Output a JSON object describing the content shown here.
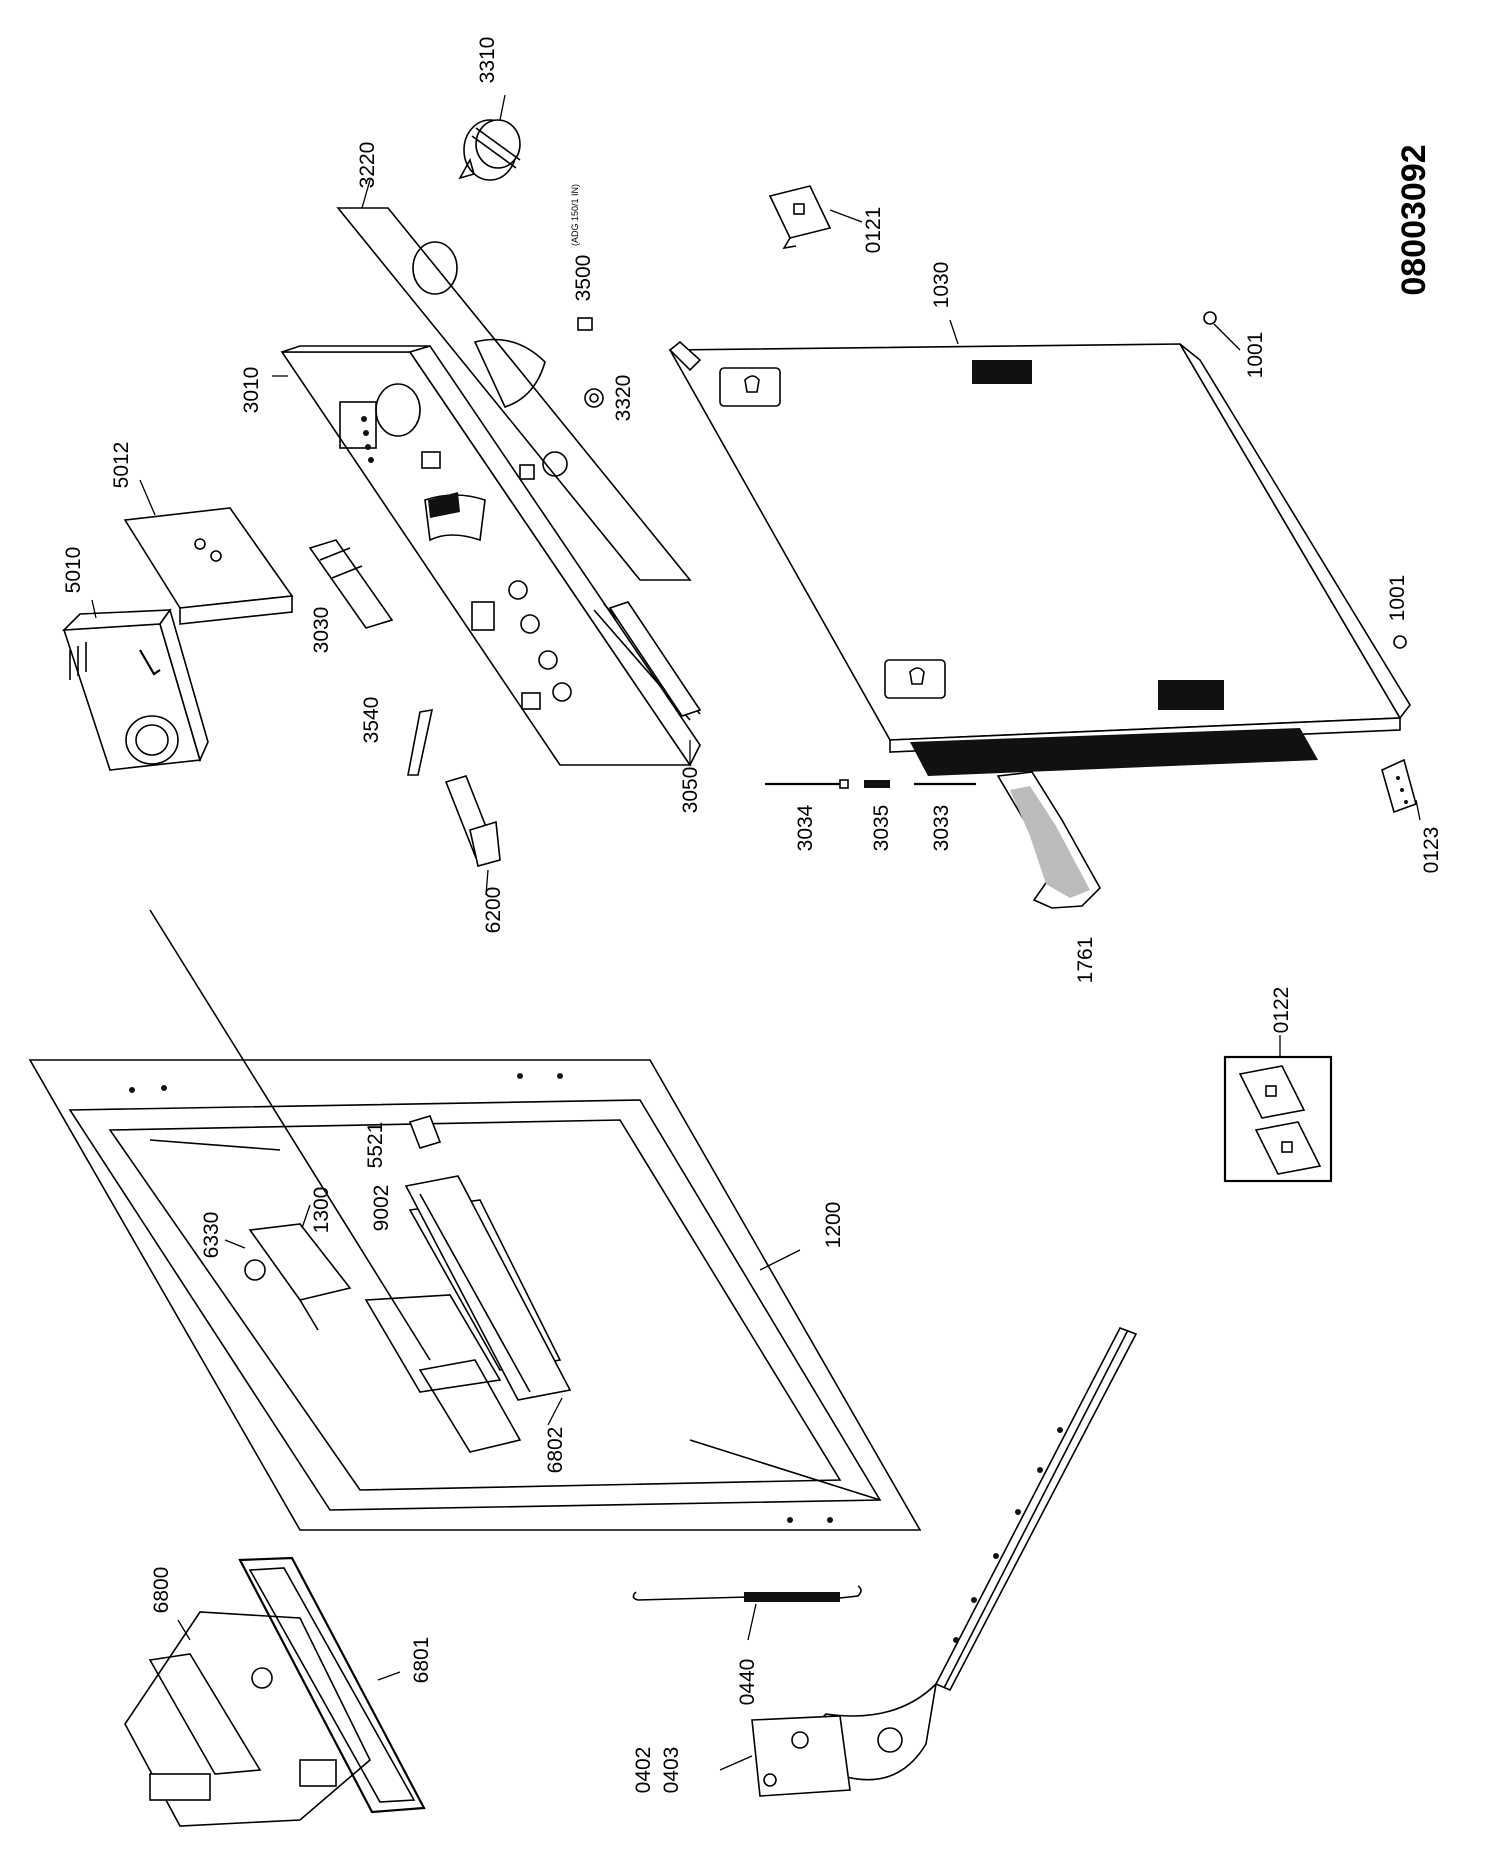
{
  "document_number": "08003092",
  "part_labels": {
    "p3310": "3310",
    "p3220": "3220",
    "p3500": "3500",
    "p3500_note": "(ADG 150/1 IN)",
    "p3320": "3320",
    "p3010": "3010",
    "p5012": "5012",
    "p5010": "5010",
    "p3030": "3030",
    "p3540": "3540",
    "p6200": "6200",
    "p3050": "3050",
    "p0121": "0121",
    "p1030": "1030",
    "p1001a": "1001",
    "p1001b": "1001",
    "p3034": "3034",
    "p3035": "3035",
    "p3033": "3033",
    "p0123": "0123",
    "p1761": "1761",
    "p0122": "0122",
    "p5521": "5521",
    "p6330": "6330",
    "p1300": "1300",
    "p9002": "9002",
    "p1200": "1200",
    "p6802": "6802",
    "p6800": "6800",
    "p6801": "6801",
    "p0440": "0440",
    "p0402": "0402",
    "p0403": "0403"
  }
}
